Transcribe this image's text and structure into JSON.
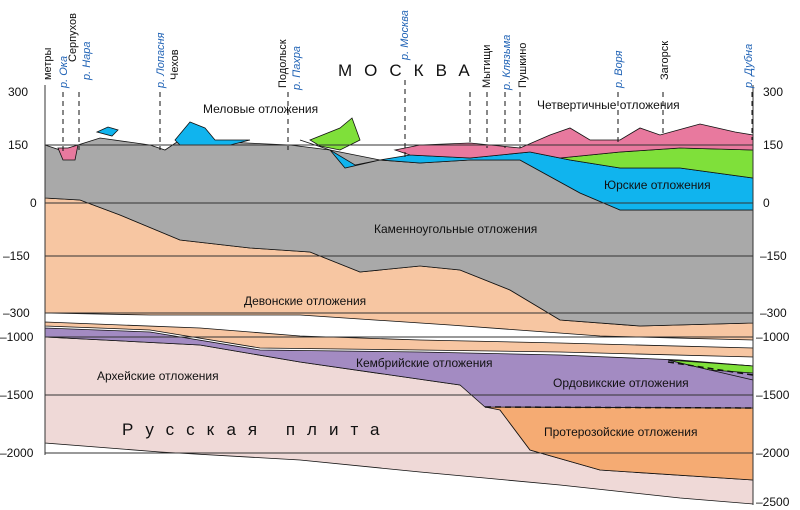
{
  "axis": {
    "unit": "метры",
    "left_ticks": [
      "300",
      "150",
      "0",
      "–150",
      "–300",
      "–1000",
      "–1500",
      "–2000"
    ],
    "right_ticks": [
      "300",
      "150",
      "0",
      "–150",
      "–300",
      "–1000",
      "–1500",
      "–2000",
      "–2500"
    ]
  },
  "top_labels": {
    "cities": [
      "Серпухов",
      "Чехов",
      "Подольск",
      "Мытищи",
      "Пушкино",
      "Загорск"
    ],
    "rivers": [
      "р. Ока",
      "р. Нара",
      "р. Лопасня",
      "р. Пахра",
      "р. Москва",
      "р. Клязьма",
      "р. Воря",
      "р. Дубна"
    ],
    "moscow": "МОСКВА"
  },
  "layers": {
    "quaternary": "Четвертичные отложения",
    "cretaceous": "Меловые отложения",
    "jurassic": "Юрские отложения",
    "carboniferous": "Каменноугольные отложения",
    "devonian": "Девонские отложения",
    "cambrian": "Кембрийские отложения",
    "ordovician": "Ордовикские отложения",
    "archean": "Архейские отложения",
    "proterozoic": "Протерозойские отложения",
    "plate": "Русская плита"
  },
  "colors": {
    "quaternary": "#e8799e",
    "cretaceous": "#7fe03a",
    "jurassic": "#10b4ee",
    "carboniferous": "#a9a9a9",
    "devonian": "#f7c6a2",
    "cambrian": "#a38bc2",
    "ordovician": "#a38bc2",
    "archean": "#efd9d7",
    "proterozoic": "#f5ab73"
  }
}
